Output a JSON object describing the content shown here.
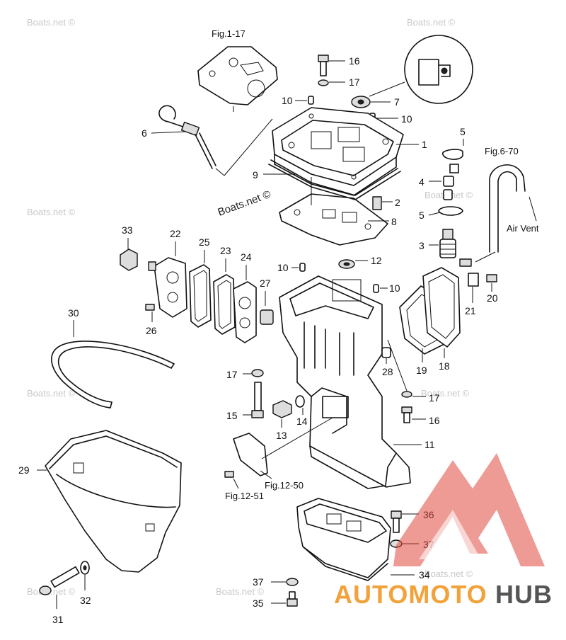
{
  "figure_refs": {
    "fig_1_17": "Fig.1-17",
    "fig_6_70": "Fig.6-70",
    "fig_12_50": "Fig.12-50",
    "fig_12_51": "Fig.12-51",
    "air_vent": "Air Vent"
  },
  "part_numbers": {
    "p1": "1",
    "p2": "2",
    "p3": "3",
    "p4": "4",
    "p5a": "5",
    "p5b": "5",
    "p6": "6",
    "p7": "7",
    "p8": "8",
    "p9": "9",
    "p10a": "10",
    "p10b": "10",
    "p10c": "10",
    "p10d": "10",
    "p11": "11",
    "p12": "12",
    "p13": "13",
    "p14": "14",
    "p15": "15",
    "p16a": "16",
    "p16b": "16",
    "p17a": "17",
    "p17b": "17",
    "p17c": "17",
    "p18": "18",
    "p19": "19",
    "p20": "20",
    "p21": "21",
    "p22": "22",
    "p23": "23",
    "p24": "24",
    "p25": "25",
    "p26": "26",
    "p27": "27",
    "p28": "28",
    "p29": "29",
    "p30": "30",
    "p31": "31",
    "p32": "32",
    "p33": "33",
    "p34": "34",
    "p35": "35",
    "p36": "36",
    "p37a": "37",
    "p37b": "37"
  },
  "watermarks": {
    "text": "Boats.net ©",
    "center_text": "Boats.net ©"
  },
  "logo": {
    "part_a": "AUTOMOTO",
    "part_b": "HUB",
    "triangle_color": "#e0473e",
    "accent_color": "#f2a23a"
  }
}
